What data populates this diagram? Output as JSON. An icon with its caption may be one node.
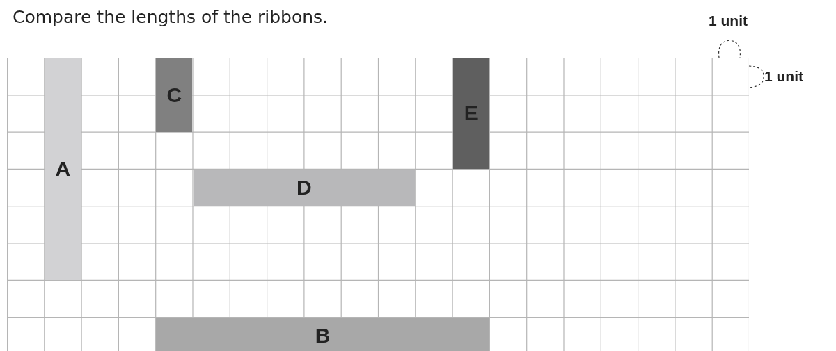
{
  "diagram": {
    "title": "Compare the lengths of the ribbons.",
    "nodes": [
      {
        "text": [
          "C"
        ]
      },
      {
        "text": [
          "E"
        ]
      },
      {
        "text": [
          "A"
        ]
      },
      {
        "text": [
          "D"
        ]
      },
      {
        "text": [
          "B"
        ]
      }
    ],
    "labels": [
      "1 unit",
      "1 unit"
    ]
  }
}
